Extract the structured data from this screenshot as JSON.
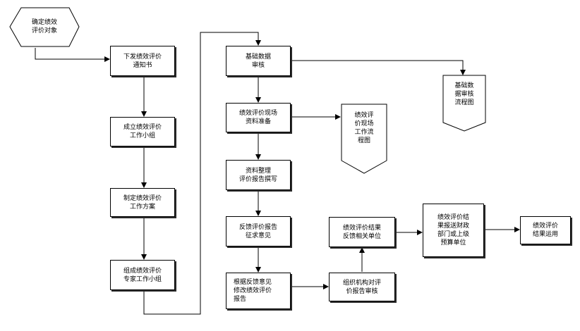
{
  "diagram": {
    "start": {
      "label": "确定绩效\n评价对象"
    },
    "col1": [
      {
        "label": "下发绩效评价\n通知书"
      },
      {
        "label": "成立绩效评价\n工作小组"
      },
      {
        "label": "制定绩效评价\n工作方案"
      },
      {
        "label": "组成绩效评价\n专家工作小组"
      }
    ],
    "col2": [
      {
        "label": "基础数据\n审核"
      },
      {
        "label": "绩效评价现场\n资料准备"
      },
      {
        "label": "资料整理\n评价报告撰写"
      },
      {
        "label": "反馈评价报告\n征求意见"
      },
      {
        "label": "根据反馈意见\n修改绩效评价\n报告"
      }
    ],
    "col3": [
      {
        "label": "组织机构对评\n价报告审核"
      },
      {
        "label": "绩效评价结果\n反馈相关单位"
      }
    ],
    "col4": {
      "label": "绩效评价结\n果报送财政\n部门或上级\n预算单位"
    },
    "col5": {
      "label": "绩效评价\n结果运用"
    },
    "docs": [
      {
        "label": "基础数\n据审核\n流程图"
      },
      {
        "label": "绩效评\n价现场\n工作流\n程图"
      }
    ]
  }
}
